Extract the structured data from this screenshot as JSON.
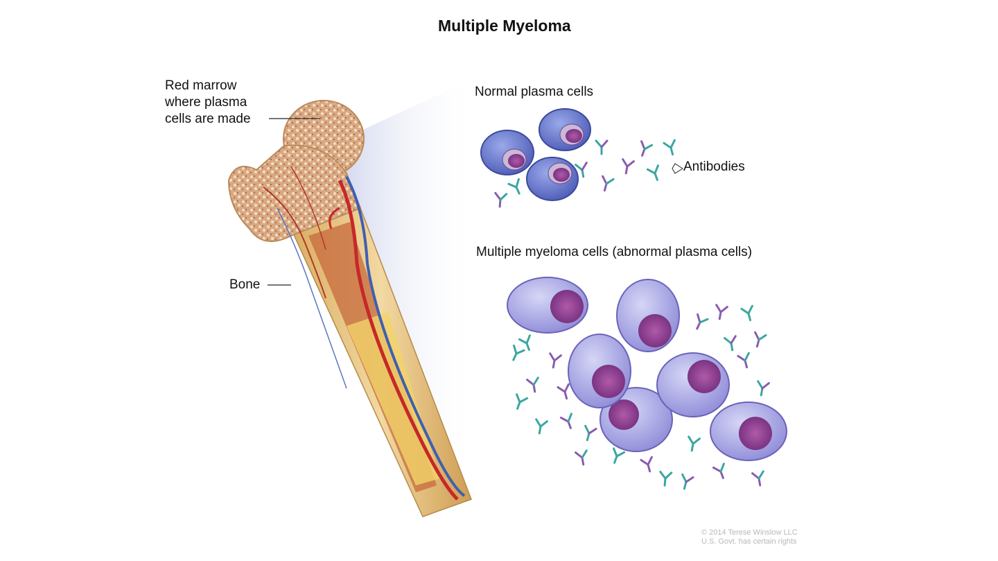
{
  "title": "Multiple Myeloma",
  "labels": {
    "red_marrow": "Red marrow\nwhere plasma\ncells are made",
    "bone": "Bone",
    "normal_plasma_cells": "Normal plasma cells",
    "antibodies": "Antibodies",
    "myeloma_cells": "Multiple myeloma cells (abnormal plasma cells)"
  },
  "credit": "© 2014 Terese Winslow LLC\nU.S. Govt. has certain rights",
  "colors": {
    "bone": "#e6c48a",
    "marrow": "#c98a6a",
    "artery": "#c62828",
    "vein": "#3f5fb0",
    "normal_cell": "#6d7ed6",
    "myeloma_cell": "#a9a7e6",
    "nucleus": "#8a3d8f",
    "antibody_teal": "#3aa6a0",
    "antibody_purple": "#8a5bb0"
  }
}
